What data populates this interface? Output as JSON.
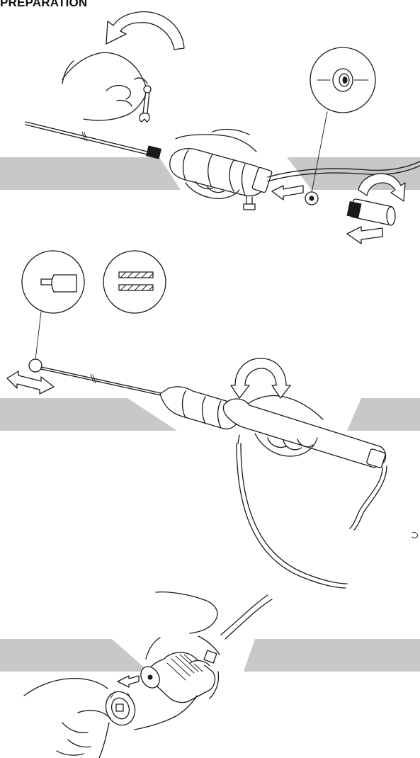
{
  "header": {
    "title": "PREPARATION"
  },
  "colors": {
    "band": "#c8c8c8",
    "ink": "#1a1a1a",
    "background": "#ffffff"
  },
  "panels": [
    {
      "id": "panel-1",
      "depicts": "hand-wrench-probe-handle-fitting"
    },
    {
      "id": "panel-2",
      "depicts": "probe-tube-detail-callouts"
    },
    {
      "id": "panel-3",
      "depicts": "connector-plug"
    }
  ]
}
